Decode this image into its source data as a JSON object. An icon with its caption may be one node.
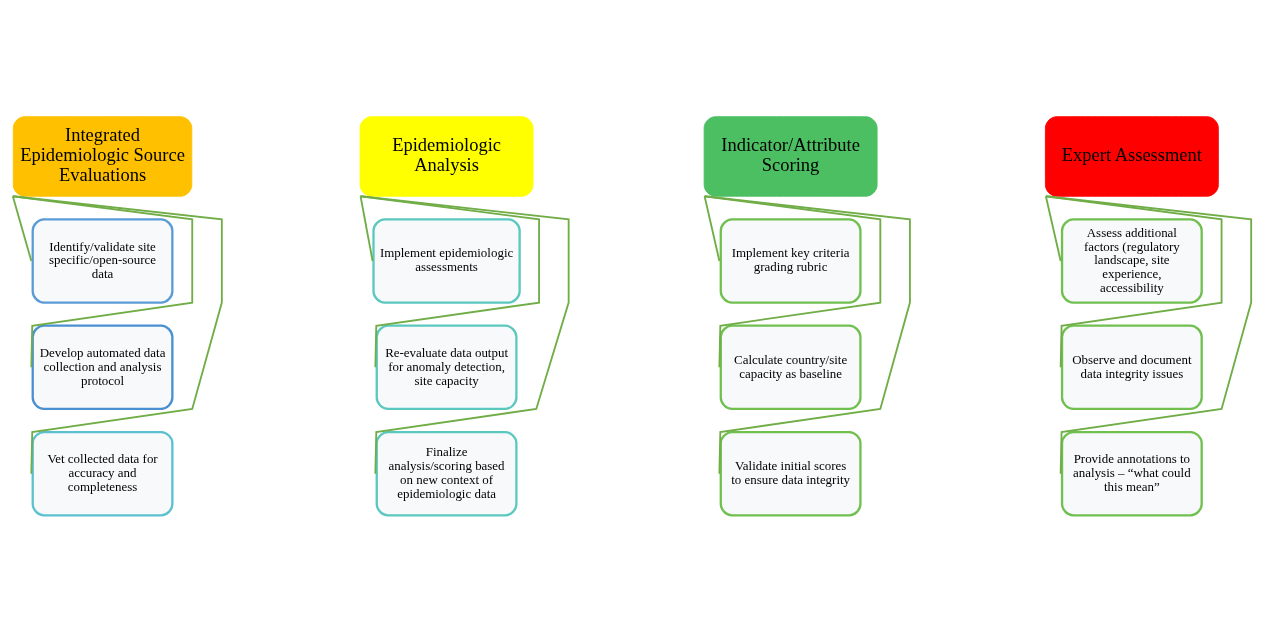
{
  "diagram": {
    "nodes": [
      {
        "text": [
          "Integrated Epidemiologic Source Evaluations"
        ]
      },
      {
        "text": [
          "Identify/validate site specific/open-source data"
        ]
      },
      {
        "text": [
          "Develop automated data collection and analysis protocol"
        ]
      },
      {
        "text": [
          "Vet collected data for accuracy and completeness"
        ]
      },
      {
        "text": [
          "Epidemiologic Analysis"
        ]
      },
      {
        "text": [
          "Implement epidemiologic assessments"
        ]
      },
      {
        "text": [
          "Re-evaluate data output for anomaly detection, site capacity"
        ]
      },
      {
        "text": [
          "Finalize analysis/scoring based on new context of epidemiologic data"
        ]
      },
      {
        "text": [
          "Indicator/Attribute Scoring"
        ]
      },
      {
        "text": [
          "Implement key criteria grading rubric"
        ]
      },
      {
        "text": [
          "Calculate country/site capacity as baseline"
        ]
      },
      {
        "text": [
          "Validate initial scores to ensure data integrity"
        ]
      },
      {
        "text": [
          "Expert Assessment"
        ]
      },
      {
        "text": [
          "Assess additional factors (regulatory landscape, site experience, accessibility"
        ]
      },
      {
        "text": [
          "Observe and document data integrity issues"
        ]
      },
      {
        "text": [
          "Provide annotations to analysis – “what could this mean”"
        ]
      }
    ],
    "edges": [
      {
        "from": 0,
        "to": 1,
        "arrow": "none"
      },
      {
        "from": 0,
        "to": 2,
        "arrow": "none"
      },
      {
        "from": 0,
        "to": 3,
        "arrow": "none"
      },
      {
        "from": 4,
        "to": 5,
        "arrow": "none"
      },
      {
        "from": 4,
        "to": 6,
        "arrow": "none"
      },
      {
        "from": 4,
        "to": 7,
        "arrow": "none"
      },
      {
        "from": 8,
        "to": 9,
        "arrow": "none"
      },
      {
        "from": 8,
        "to": 10,
        "arrow": "none"
      },
      {
        "from": 8,
        "to": 11,
        "arrow": "none"
      },
      {
        "from": 12,
        "to": 13,
        "arrow": "none"
      },
      {
        "from": 12,
        "to": 14,
        "arrow": "none"
      },
      {
        "from": 12,
        "to": 15,
        "arrow": "none"
      }
    ]
  }
}
